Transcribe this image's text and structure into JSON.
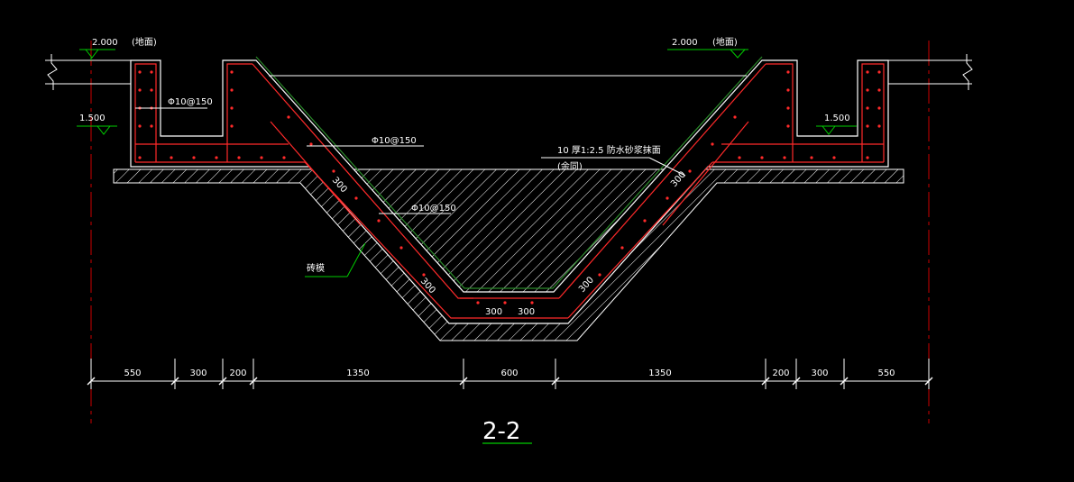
{
  "drawing": {
    "section_title": "2-2",
    "colors": {
      "background": "#000000",
      "rebar": "#ff2a2a",
      "concrete": "#ffffff",
      "leader": "#00cc00",
      "axis": "#cc0000",
      "dimension": "#ffffff",
      "dimension_text": "#ffffff",
      "membrane": "#2a8a2a"
    },
    "elevations": {
      "ground_left": "2.000",
      "ground_left_note": "(地面)",
      "ground_right": "2.000",
      "ground_right_note": "(地面)",
      "inner_left": "1.500",
      "inner_right": "1.500"
    },
    "annotations": {
      "rebar_top": "Φ10@150",
      "rebar_mid": "Φ10@150",
      "rebar_slope": "Φ10@150",
      "waterproof_line1": "10 厚1:2.5  防水砂浆抹面",
      "waterproof_line2": "(余同)",
      "brick_mould": "砖模",
      "thk_slope_left_upper": "300",
      "thk_slope_left_lower": "300",
      "thk_bottom_left": "300",
      "thk_bottom_right": "300",
      "thk_slope_right_lower": "300",
      "thk_slope_right_upper": "300"
    },
    "dimensions": [
      "550",
      "300",
      "200",
      "1350",
      "600",
      "1350",
      "200",
      "300",
      "550"
    ]
  }
}
